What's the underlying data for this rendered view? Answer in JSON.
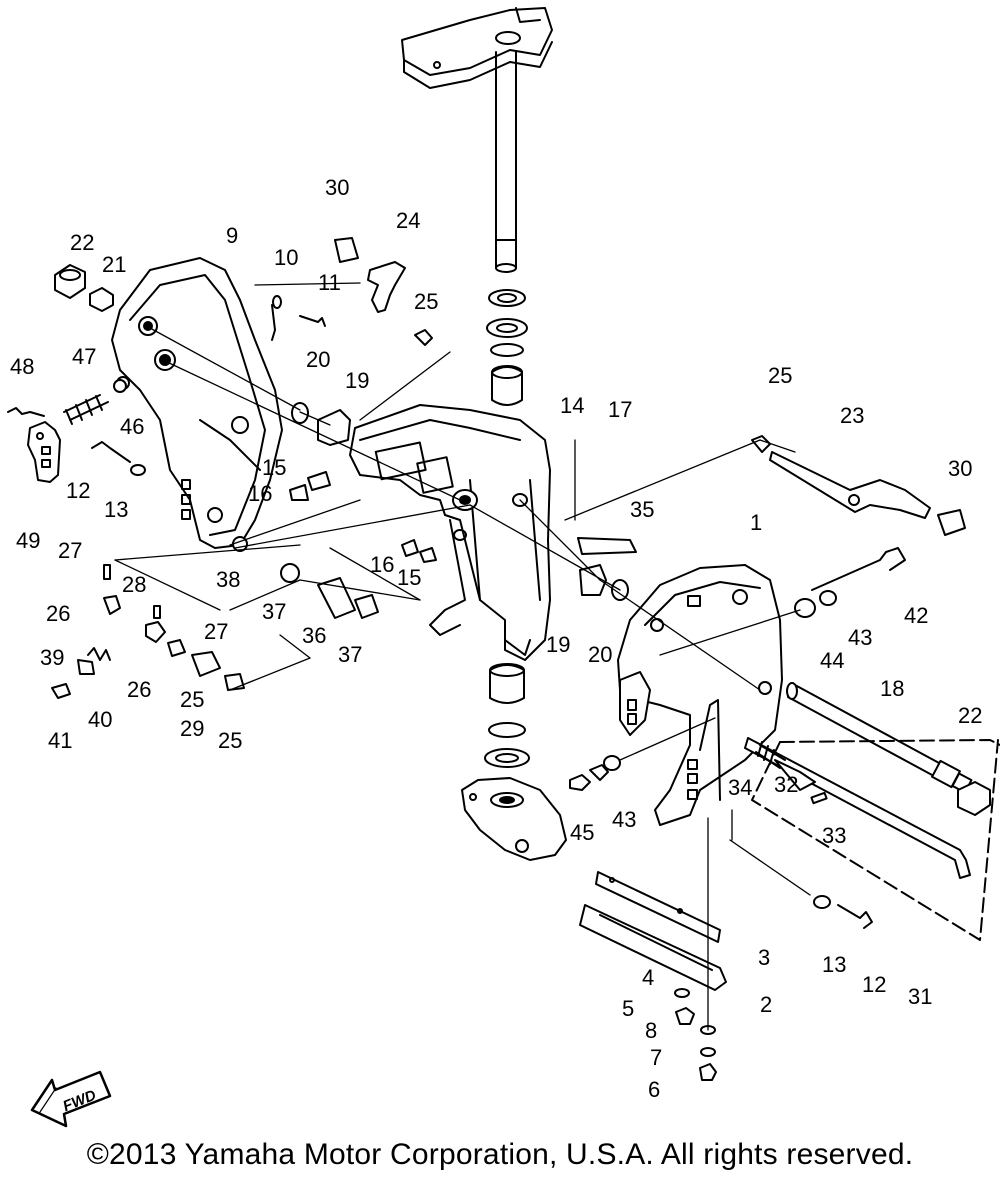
{
  "diagram": {
    "direction_marker": "FWD",
    "callouts": [
      "1",
      "2",
      "3",
      "4",
      "5",
      "6",
      "7",
      "8",
      "9",
      "10",
      "11",
      "12",
      "12",
      "13",
      "13",
      "14",
      "15",
      "15",
      "16",
      "16",
      "17",
      "18",
      "19",
      "19",
      "20",
      "20",
      "21",
      "22",
      "22",
      "23",
      "24",
      "25",
      "25",
      "25",
      "25",
      "26",
      "26",
      "27",
      "27",
      "28",
      "29",
      "30",
      "30",
      "31",
      "32",
      "33",
      "34",
      "35",
      "36",
      "37",
      "37",
      "38",
      "39",
      "40",
      "41",
      "42",
      "43",
      "43",
      "44",
      "45",
      "46",
      "47",
      "48",
      "49"
    ]
  },
  "footer": {
    "copyright": "©2013 Yamaha Motor Corporation, U.S.A. All rights reserved."
  }
}
